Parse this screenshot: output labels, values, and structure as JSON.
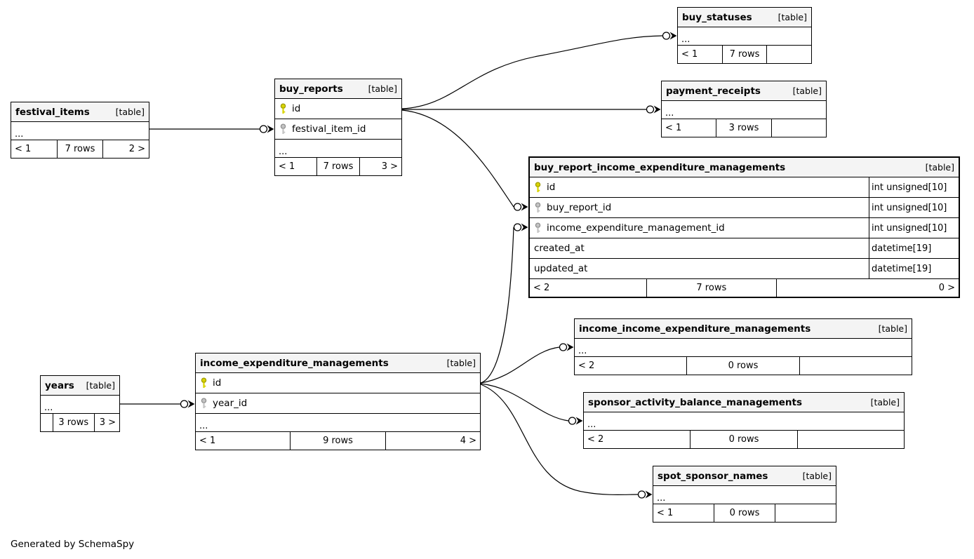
{
  "footer_note": "Generated by SchemaSpy",
  "colors": {
    "primary_key": "#d9d400",
    "primary_key_stroke": "#9d9a00",
    "foreign_key": "#c4c4c4",
    "foreign_key_stroke": "#8f8f8f",
    "header_bg": "#f4f4f4",
    "line": "#000000"
  },
  "tables": [
    {
      "name": "festival_items",
      "tag": "[table]",
      "rows": [
        {
          "label": "..."
        }
      ],
      "footer": {
        "left": "< 1",
        "center": "7 rows",
        "right": "2 >"
      }
    },
    {
      "name": "buy_reports",
      "tag": "[table]",
      "rows": [
        {
          "label": "id",
          "key": "pk"
        },
        {
          "label": "festival_item_id",
          "key": "fk"
        },
        {
          "label": "..."
        }
      ],
      "footer": {
        "left": "< 1",
        "center": "7 rows",
        "right": "3 >"
      }
    },
    {
      "name": "buy_statuses",
      "tag": "[table]",
      "rows": [
        {
          "label": "..."
        }
      ],
      "footer": {
        "left": "< 1",
        "center": "7 rows",
        "right": ""
      }
    },
    {
      "name": "payment_receipts",
      "tag": "[table]",
      "rows": [
        {
          "label": "..."
        }
      ],
      "footer": {
        "left": "< 1",
        "center": "3 rows",
        "right": ""
      }
    },
    {
      "name": "buy_report_income_expenditure_managements",
      "tag": "[table]",
      "rows": [
        {
          "label": "id",
          "key": "pk",
          "type": "int unsigned[10]"
        },
        {
          "label": "buy_report_id",
          "key": "fk",
          "type": "int unsigned[10]"
        },
        {
          "label": "income_expenditure_management_id",
          "key": "fk",
          "type": "int unsigned[10]"
        },
        {
          "label": "created_at",
          "type": "datetime[19]"
        },
        {
          "label": "updated_at",
          "type": "datetime[19]"
        }
      ],
      "footer": {
        "left": "< 2",
        "center": "7 rows",
        "right": "0 >"
      }
    },
    {
      "name": "income_income_expenditure_managements",
      "tag": "[table]",
      "rows": [
        {
          "label": "..."
        }
      ],
      "footer": {
        "left": "< 2",
        "center": "0 rows",
        "right": ""
      }
    },
    {
      "name": "sponsor_activity_balance_managements",
      "tag": "[table]",
      "rows": [
        {
          "label": "..."
        }
      ],
      "footer": {
        "left": "< 2",
        "center": "0 rows",
        "right": ""
      }
    },
    {
      "name": "spot_sponsor_names",
      "tag": "[table]",
      "rows": [
        {
          "label": "..."
        }
      ],
      "footer": {
        "left": "< 1",
        "center": "0 rows",
        "right": ""
      }
    },
    {
      "name": "years",
      "tag": "[table]",
      "rows": [
        {
          "label": "..."
        }
      ],
      "footer": {
        "left": "",
        "center": "3 rows",
        "right": "3 >"
      }
    },
    {
      "name": "income_expenditure_managements",
      "tag": "[table]",
      "rows": [
        {
          "label": "id",
          "key": "pk"
        },
        {
          "label": "year_id",
          "key": "fk"
        },
        {
          "label": "..."
        }
      ],
      "footer": {
        "left": "< 1",
        "center": "9 rows",
        "right": "4 >"
      }
    }
  ],
  "relationships": [
    {
      "from": "festival_items",
      "to": "buy_reports",
      "via": "festival_item_id"
    },
    {
      "from": "buy_reports",
      "to": "buy_statuses",
      "via": "..."
    },
    {
      "from": "buy_reports",
      "to": "payment_receipts",
      "via": "..."
    },
    {
      "from": "buy_reports",
      "to": "buy_report_income_expenditure_managements",
      "via": "buy_report_id"
    },
    {
      "from": "income_expenditure_managements",
      "to": "buy_report_income_expenditure_managements",
      "via": "income_expenditure_management_id"
    },
    {
      "from": "income_expenditure_managements",
      "to": "income_income_expenditure_managements",
      "via": "..."
    },
    {
      "from": "income_expenditure_managements",
      "to": "sponsor_activity_balance_managements",
      "via": "..."
    },
    {
      "from": "income_expenditure_managements",
      "to": "spot_sponsor_names",
      "via": "..."
    },
    {
      "from": "years",
      "to": "income_expenditure_managements",
      "via": "year_id"
    }
  ]
}
